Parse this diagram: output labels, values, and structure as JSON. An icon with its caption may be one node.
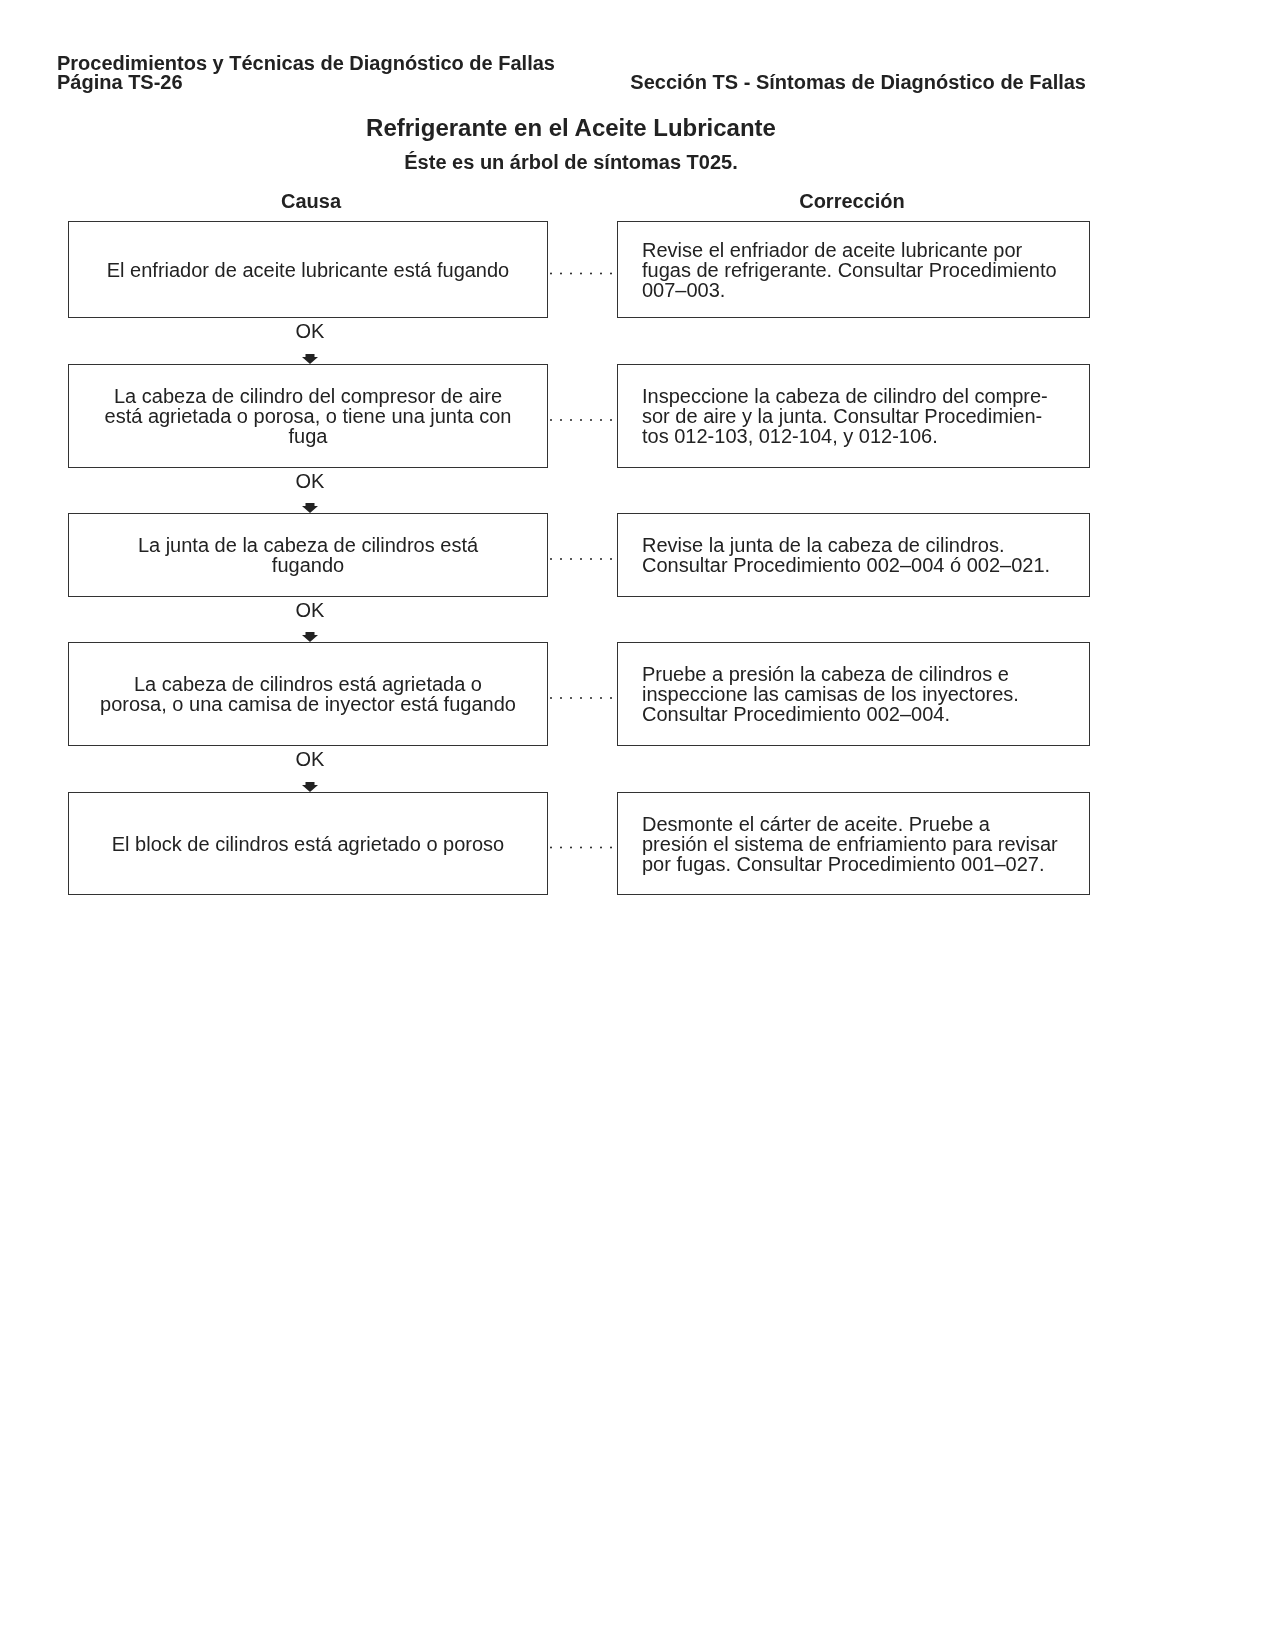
{
  "diagram": {
    "title": "Refrigerante en el Aceite Lubricante",
    "nodes": [
      {
        "text": [
          "El enfriador de aceite lubricante está fugando"
        ]
      },
      {
        "text": [
          "Revise el enfriador de aceite lubricante por fugas de refrigerante. Consultar Procedimiento 007–003."
        ]
      },
      {
        "text": [
          "La cabeza de cilindro del compresor de aire está agrietada o porosa, o tiene una junta con fuga"
        ]
      },
      {
        "text": [
          "Inspeccione la cabeza de cilindro del compre- sor de aire y la junta. Consultar Procedimien- tos 012-103, 012-104, y 012-106."
        ]
      },
      {
        "text": [
          "La junta de la cabeza de cilindros está fugando"
        ]
      },
      {
        "text": [
          "Revise la junta de la cabeza de cilindros. Consultar Procedimiento 002–004 ó 002–021."
        ]
      },
      {
        "text": [
          "La cabeza de cilindros está agrietada o porosa, o una camisa de inyector está fugando"
        ]
      },
      {
        "text": [
          "Pruebe a presión la cabeza de cilindros e inspeccione las camisas de los inyectores. Consultar Procedimiento 002–004."
        ]
      },
      {
        "text": [
          "El block de cilindros está agrietado o poroso"
        ]
      },
      {
        "text": [
          "Desmonte el cárter de aceite. Pruebe a presión el sistema de enfriamiento para revisar por fugas. Consultar Procedimiento 001–027."
        ]
      }
    ],
    "edges": [
      {
        "from": 0,
        "to": 1,
        "arrow": "none",
        "style": "dashed"
      },
      {
        "from": 0,
        "to": 2,
        "arrow": "to",
        "label": "OK"
      },
      {
        "from": 2,
        "to": 3,
        "arrow": "none",
        "style": "dashed"
      },
      {
        "from": 2,
        "to": 4,
        "arrow": "to",
        "label": "OK"
      },
      {
        "from": 4,
        "to": 5,
        "arrow": "none",
        "style": "dashed"
      },
      {
        "from": 4,
        "to": 6,
        "arrow": "to",
        "label": "OK"
      },
      {
        "from": 6,
        "to": 7,
        "arrow": "none",
        "style": "dashed"
      },
      {
        "from": 6,
        "to": 8,
        "arrow": "to",
        "label": "OK"
      },
      {
        "from": 8,
        "to": 9,
        "arrow": "none",
        "style": "dashed"
      }
    ],
    "labels": [
      "Procedimientos y Técnicas de Diagnóstico de Fallas",
      "Página TS-26",
      "Sección TS - Síntomas de Diagnóstico de Fallas",
      "Éste es un árbol de síntomas T025.",
      "Causa",
      "Corrección"
    ]
  }
}
